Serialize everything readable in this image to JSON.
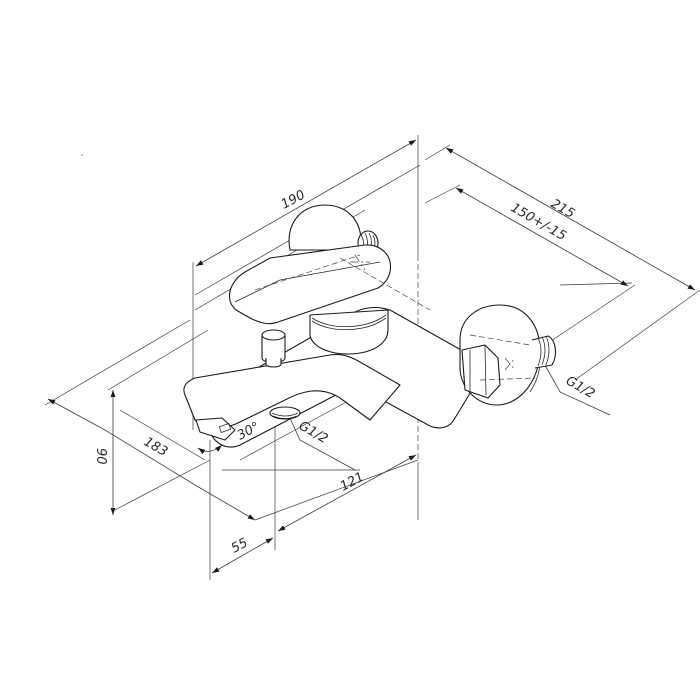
{
  "drawing": {
    "subject": "Bath mixer tap, wall-mounted — isometric dimension drawing",
    "colors": {
      "line": "#1a1a1a",
      "dimension": "#3a3a3a",
      "background": "#ffffff"
    },
    "dimensions": {
      "overall_depth": "190",
      "overall_width": "215",
      "center_distance": "150+/-15",
      "spout_length": "183",
      "height": "90",
      "outlet_offset": "55",
      "outlet_to_wall": "121",
      "spout_angle": "30°"
    },
    "threads": {
      "outlet": "G1/2",
      "inlet": "G1/2"
    }
  }
}
